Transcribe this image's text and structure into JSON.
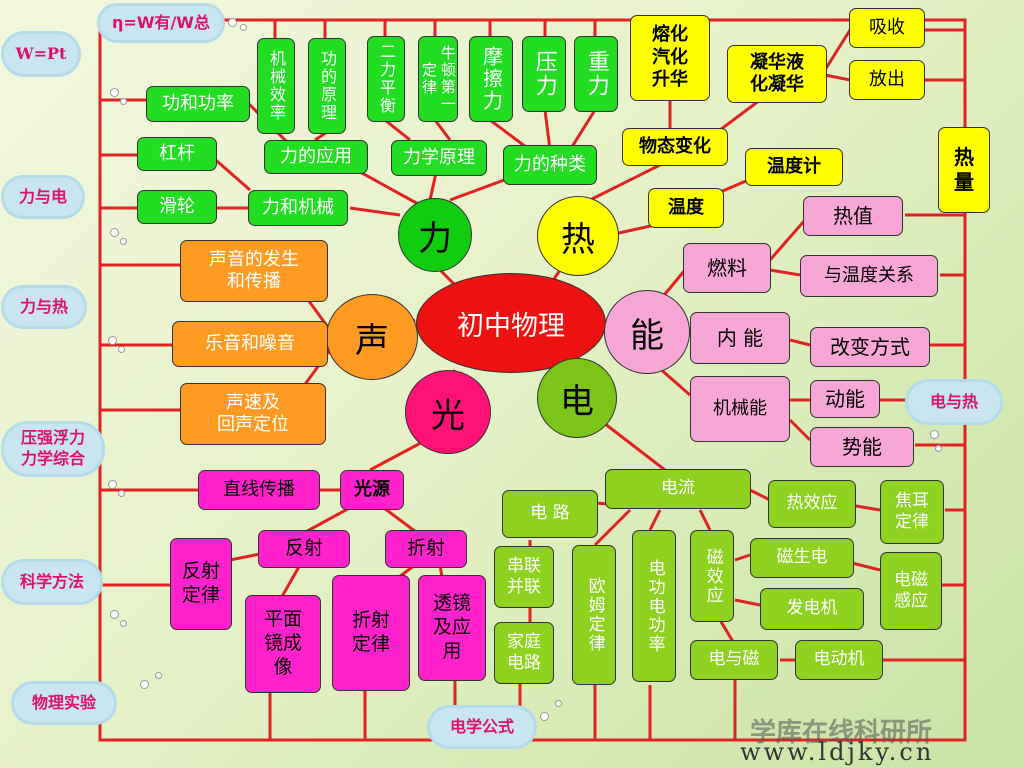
{
  "center": "初中物理",
  "hubs": {
    "force": "力",
    "heat": "热",
    "sound": "声",
    "energy": "能",
    "light": "光",
    "electric": "电"
  },
  "force": {
    "machine_efficiency": "机械效率",
    "work_principle": "功的原理",
    "two_force": "二力平衡",
    "newton_law": "牛顿第一定律",
    "friction": "摩擦力",
    "pressure": "压力",
    "gravity": "重力",
    "work_power": "功和功率",
    "application": "力的应用",
    "principle": "力学原理",
    "types": "力的种类",
    "lever": "杠杆",
    "pulley": "滑轮",
    "machines": "力和机械"
  },
  "heat": {
    "melt": "熔化\n汽化\n升华",
    "condense": "凝华液\n化凝华",
    "absorb": "吸收",
    "release": "放出",
    "state_change": "物态变化",
    "thermometer": "温度计",
    "temperature": "温度",
    "heat_qty": "热\n量"
  },
  "energy": {
    "fuel": "燃料",
    "heat_value": "热值",
    "temp_relation": "与温度关系",
    "internal": "内 能",
    "change_way": "改变方式",
    "mechanical": "机械能",
    "kinetic": "动能",
    "potential": "势能"
  },
  "sound": {
    "origin": "声音的发生\n和传播",
    "music_noise": "乐音和噪音",
    "speed_echo": "声速及\n回声定位"
  },
  "light": {
    "straight": "直线传播",
    "source": "光源",
    "reflect": "反射",
    "refract": "折射",
    "reflect_law": "反射\n定律",
    "plane_mirror": "平面\n镜成\n像",
    "refract_law": "折射\n定律",
    "lens": "透镜\n及应\n用"
  },
  "electric": {
    "current": "电流",
    "circuit": "电 路",
    "series_parallel": "串联\n并联",
    "home_circuit": "家庭\n电路",
    "ohm": "欧姆定律",
    "elec_power": "电功电功率",
    "magnetic": "磁效应",
    "heating": "热效应",
    "joule": "焦耳\n定律",
    "mag_elec": "磁生电",
    "em_induction": "电磁\n感应",
    "generator": "发电机",
    "elec_mag": "电与磁",
    "motor": "电动机"
  },
  "clouds": {
    "efficiency": "η=W有/W总",
    "power": "W=Pt",
    "force_elec": "力与电",
    "force_heat": "力与热",
    "pressure_buoy": "压强浮力\n力学综合",
    "sci_method": "科学方法",
    "experiment": "物理实验",
    "elec_formula": "电学公式",
    "elec_heat": "电与热"
  },
  "watermark": {
    "cn": "学库在线科研所",
    "url": "www.ldjky.cn"
  },
  "colors": {
    "line": "#e02222",
    "green": "#22dd22",
    "yellow": "#ffff00",
    "pink": "#f7a7d6",
    "magenta": "#ff22cc",
    "orange": "#ff9a22",
    "red": "#e81d1d"
  }
}
